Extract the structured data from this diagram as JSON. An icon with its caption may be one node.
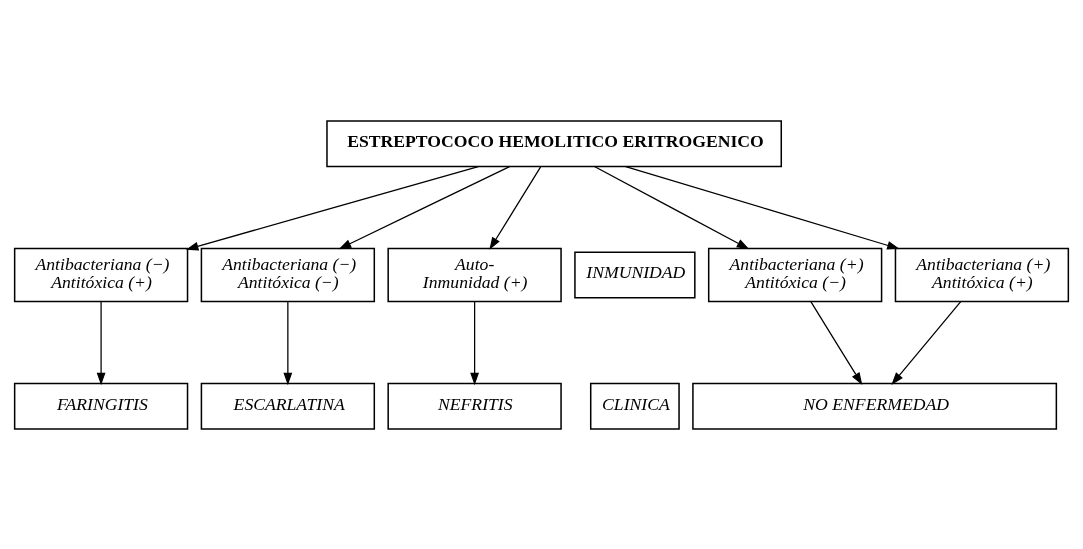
{
  "diagram": {
    "nodes": [
      {
        "text": [
          "ESTREPTOCOCO HEMOLITICO ERITROGENICO"
        ]
      },
      {
        "text": [
          "Antibacteriana (+)",
          "Antitóxica (+)"
        ]
      },
      {
        "text": [
          "Antibacteriana (+)",
          "Antitóxica (−)"
        ]
      },
      {
        "text": [
          "Antibacteriana (−)",
          "Antitóxica (+)"
        ]
      },
      {
        "text": [
          "Antibacteriana (−)",
          "Antitóxica (−)"
        ]
      },
      {
        "text": [
          "Auto-",
          "Inmunidad (+)"
        ]
      },
      {
        "text": [
          "NO ENFERMEDAD"
        ]
      },
      {
        "text": [
          "FARINGITIS"
        ]
      },
      {
        "text": [
          "ESCARLATINA"
        ]
      },
      {
        "text": [
          "NEFRITIS"
        ]
      },
      {
        "text": [
          "INMUNIDAD"
        ]
      },
      {
        "text": [
          "CLINICA"
        ]
      }
    ],
    "edges": [
      {
        "from": 0,
        "to": 1,
        "arrow": "to"
      },
      {
        "from": 0,
        "to": 2,
        "arrow": "to"
      },
      {
        "from": 0,
        "to": 3,
        "arrow": "to"
      },
      {
        "from": 0,
        "to": 4,
        "arrow": "to"
      },
      {
        "from": 0,
        "to": 5,
        "arrow": "to"
      },
      {
        "from": 1,
        "to": 6,
        "arrow": "to"
      },
      {
        "from": 2,
        "to": 6,
        "arrow": "to"
      },
      {
        "from": 3,
        "to": 7,
        "arrow": "to"
      },
      {
        "from": 4,
        "to": 8,
        "arrow": "to"
      },
      {
        "from": 5,
        "to": 9,
        "arrow": "to"
      }
    ]
  }
}
